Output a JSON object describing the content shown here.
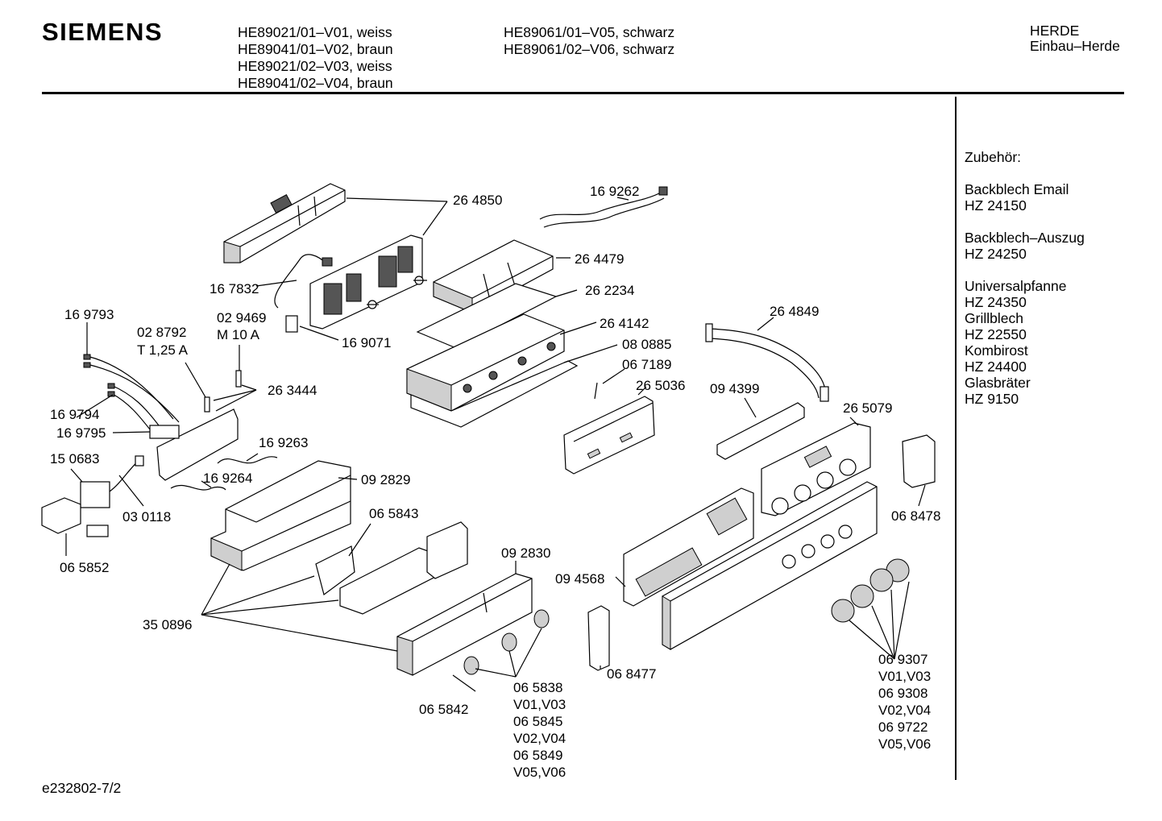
{
  "header": {
    "brand": "SIEMENS",
    "models_col1": [
      "HE89021/01–V01, weiss",
      "HE89041/01–V02, braun",
      "HE89021/02–V03, weiss",
      "HE89041/02–V04, braun"
    ],
    "models_col2": [
      "HE89061/01–V05, schwarz",
      "HE89061/02–V06, schwarz"
    ],
    "category_line1": "HERDE",
    "category_line2": "Einbau–Herde"
  },
  "accessories": {
    "title": "Zubehör:",
    "groups": [
      [
        "Backblech Email",
        "HZ 24150"
      ],
      [
        "Backblech–Auszug",
        "HZ 24250"
      ],
      [
        "Universalpfanne",
        "HZ 24350",
        "Grillblech",
        "HZ 22550",
        "Kombirost",
        "HZ 24400",
        "Glasbräter",
        "HZ 9150"
      ]
    ]
  },
  "part_labels": {
    "p264850": "26 4850",
    "p169262": "16 9262",
    "p264479": "26 4479",
    "p167832": "16 7832",
    "p262234": "26 2234",
    "p169793": "16 9793",
    "p029469": "02 9469",
    "p029469_rating": "M 10 A",
    "p028792": "02 8792",
    "p028792_rating": "T 1,25 A",
    "p169071": "16 9071",
    "p264142": "26 4142",
    "p264849": "26 4849",
    "p080885": "08 0885",
    "p067189": "06 7189",
    "p263444": "26 3444",
    "p265036": "26 5036",
    "p094399": "09 4399",
    "p169794": "16 9794",
    "p265079": "26 5079",
    "p169795": "16 9795",
    "p169263": "16 9263",
    "p150683": "15 0683",
    "p169264": "16 9264",
    "p092829": "09 2829",
    "p030118": "03 0118",
    "p068478": "06 8478",
    "p065843": "06 5843",
    "p065852": "06 5852",
    "p092830": "09 2830",
    "p094568": "09 4568",
    "p350896": "35 0896",
    "p069307": "06 9307",
    "p069307_v": "V01,V03",
    "p069308": "06 9308",
    "p069308_v": "V02,V04",
    "p069722": "06 9722",
    "p069722_v": "V05,V06",
    "p068477": "06 8477",
    "p065838": "06 5838",
    "p065838_v": "V01,V03",
    "p065845": "06 5845",
    "p065845_v": "V02,V04",
    "p065849": "06 5849",
    "p065849_v": "V05,V06",
    "p065842": "06 5842"
  },
  "footer": {
    "doc_id": "e232802-7/2"
  }
}
